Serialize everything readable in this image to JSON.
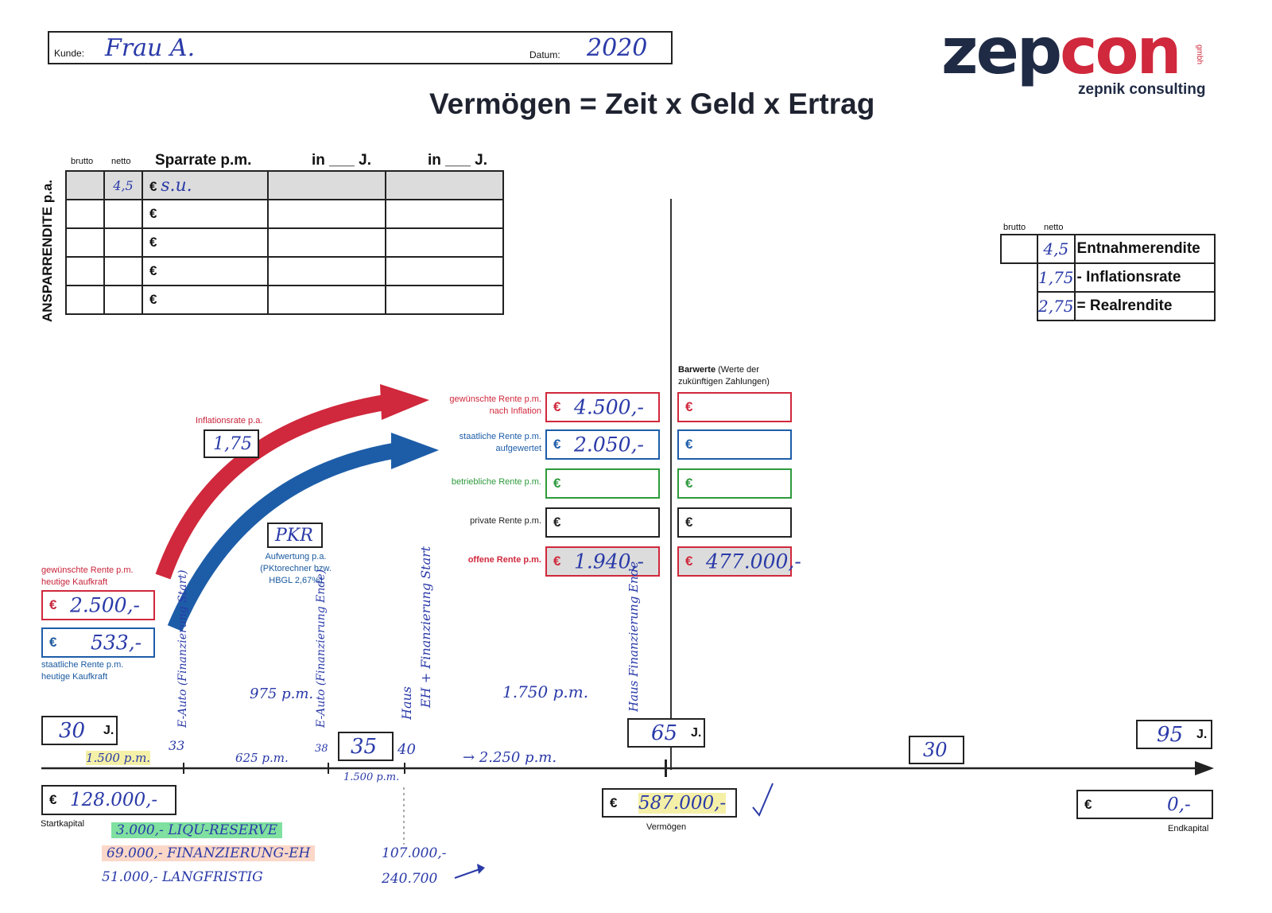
{
  "header": {
    "kunde_label": "Kunde:",
    "kunde_value": "Frau A.",
    "datum_label": "Datum:",
    "datum_value": "2020"
  },
  "logo": {
    "name": "zepcon",
    "sub": "zepnik consulting",
    "gmbh": "gmbh"
  },
  "title": "Vermögen = Zeit x Geld x Ertrag",
  "ansparen": {
    "side_label": "ANSPARRENDITE p.a.",
    "col_brutto": "brutto",
    "col_netto": "netto",
    "col_sparrate": "Sparrate p.m.",
    "col_in1": "in ___ J.",
    "col_in2": "in ___ J.",
    "rows": [
      {
        "netto": "4,5",
        "euro": "€",
        "sparrate": "s.u."
      },
      {
        "netto": "",
        "euro": "€",
        "sparrate": ""
      },
      {
        "netto": "",
        "euro": "€",
        "sparrate": ""
      },
      {
        "netto": "",
        "euro": "€",
        "sparrate": ""
      },
      {
        "netto": "",
        "euro": "€",
        "sparrate": ""
      }
    ]
  },
  "entnahme": {
    "col_brutto": "brutto",
    "col_netto": "netto",
    "rows": [
      {
        "value": "4,5",
        "label": "Entnahmerendite"
      },
      {
        "value": "1,75",
        "label": "- Inflationsrate"
      },
      {
        "value": "2,75",
        "label": "= Realrendite"
      }
    ]
  },
  "barwerte": {
    "label_bold": "Barwerte",
    "label_rest": "(Werte der zukünftigen Zahlungen)"
  },
  "renten": [
    {
      "label": "gewünschte Rente p.m. nach Inflation",
      "value": "4.500,-",
      "barwert": "",
      "color": "#d0283c"
    },
    {
      "label": "staatliche Rente p.m. aufgewertet",
      "value": "2.050,-",
      "barwert": "",
      "color": "#1d5da8"
    },
    {
      "label": "betriebliche Rente p.m.",
      "value": "",
      "barwert": "",
      "color": "#2e9a3c"
    },
    {
      "label": "private Rente p.m.",
      "value": "",
      "barwert": "",
      "color": "#222222"
    },
    {
      "label": "offene Rente p.m.",
      "value": "1.940,-",
      "barwert": "477.000,-",
      "color": "#d0283c"
    }
  ],
  "heute": {
    "gewuenscht_label": "gewünschte Rente p.m. heutige Kaufkraft",
    "gewuenscht_value": "2.500,-",
    "staatlich_value": "533,-",
    "staatlich_label": "staatliche Rente p.m. heutige Kaufkraft"
  },
  "inflation": {
    "label": "Inflationsrate p.a.",
    "value": "1,75"
  },
  "pkr": {
    "value": "PKR",
    "label": "Aufwertung p.a. (PKtorechner bzw. HBGL 2,67%)"
  },
  "timeline": {
    "start_age": "30",
    "mid_age": "35",
    "retire_age": "65",
    "end_age": "95",
    "j": "J.",
    "duration": "30",
    "startkapital_label": "Startkapital",
    "startkapital_value": "128.000,-",
    "vermoegen_label": "Vermögen",
    "vermoegen_value": "587.000,-",
    "endkapital_label": "Endkapital",
    "endkapital_value": "0,-",
    "euro": "€"
  },
  "notes": {
    "n33": "33",
    "n38": "38",
    "n40": "40",
    "rate1500": "1.500 p.m.",
    "rate625": "625 p.m.",
    "rate975": "975 p.m.",
    "rate1500b": "1.500 p.m.",
    "rate1750": "1.750 p.m.",
    "rate2250": "→ 2.250 p.m.",
    "v1": "E-Auto (Finanzierung Start)",
    "v2": "E-Auto (Finanzierung Ende)",
    "v3": "Haus",
    "v4": "EH + Finanzierung Start",
    "v5": "Haus Finanzierung Ende",
    "l1": "3.000,- LIQU-RESERVE",
    "l2": "69.000,- FINANZIERUNG-EH",
    "l3": "51.000,- LANGFRISTIG",
    "r1": "107.000,-",
    "r2": "240.700"
  }
}
